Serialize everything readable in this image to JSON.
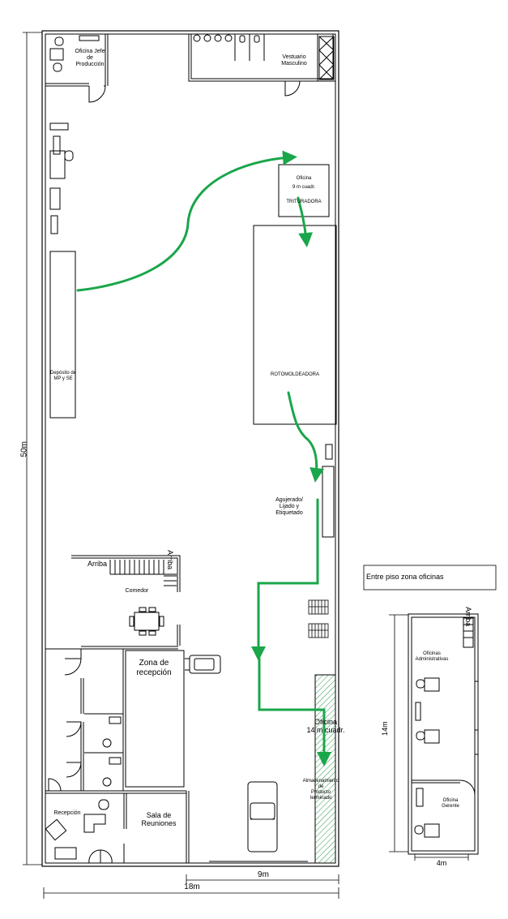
{
  "main_plan": {
    "dim_height": "50m",
    "dim_width": "18m",
    "dim_partial": "9m",
    "rooms": {
      "oficina_jefe": "Oficina Jefe\nde\nProducción",
      "vestuario": "Vestuario\nMasculino",
      "oficina_trituradora": "Oficina\n9 m cuadr.",
      "trituradora": "TRITURADORA",
      "deposito": "Depósito de\nMP y SE",
      "rotomoldeadora": "ROTOMOLDEADORA",
      "agujerado": "Agujerado/\nLijado y\nEtiquetado",
      "arriba_stairs": "Arriba",
      "comedor": "Comedor",
      "zona_recepcion": "Zona de\nrecepción",
      "oficina_14": "Oficina\n14 m cuadr.",
      "almacenamiento": "Almacenamiento\nde\nProducto\nterminado",
      "recepcion": "Recepción",
      "sala_reuniones": "Sala de\nReuniones"
    }
  },
  "mezzanine": {
    "title": "Entre piso zona oficinas",
    "dim_height": "14m",
    "dim_width": "4m",
    "arriba": "Arriba",
    "oficinas_admin": "Oficinas\nAdministrativas",
    "oficina_gerente": "Oficina\nGerente"
  },
  "colors": {
    "flow_arrow": "#1aa64a",
    "wall": "#000000",
    "hatch": "#2e9a4a"
  }
}
